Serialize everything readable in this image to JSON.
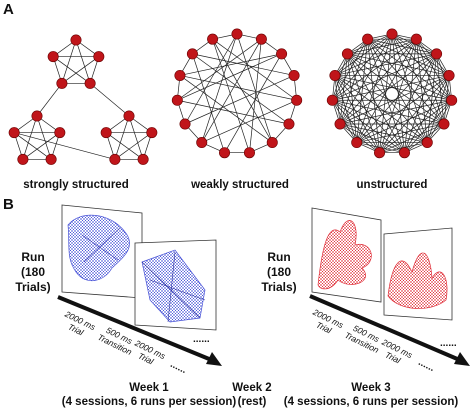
{
  "panel_a": {
    "letter": "A",
    "labels": [
      "strongly structured",
      "weakly structured",
      "unstructured"
    ]
  },
  "panel_b": {
    "letter": "B",
    "run_left": {
      "line1": "Run",
      "line2": "(180 Trials)"
    },
    "run_right": {
      "line1": "Run",
      "line2": "(180 Trials)"
    },
    "timeline_left": [
      "2000 ms",
      "Trial",
      "500 ms",
      "Transition",
      "2000 ms",
      "Trial"
    ],
    "timeline_right": [
      "2000 ms",
      "Trial",
      "500 ms",
      "Transition",
      "2000 ms",
      "Trial"
    ],
    "ellipsis": "......",
    "weeks": [
      {
        "line1": "Week 1",
        "line2": "(4 sessions, 6 runs per session)"
      },
      {
        "line1": "Week 2",
        "line2": "(rest)"
      },
      {
        "line1": "Week 3",
        "line2": "(4 sessions, 6 runs per session)"
      }
    ]
  },
  "colors": {
    "node": "#c0151a",
    "blue_object": "#4a55d8",
    "red_object": "#e0303a",
    "arrow": "#111111"
  }
}
